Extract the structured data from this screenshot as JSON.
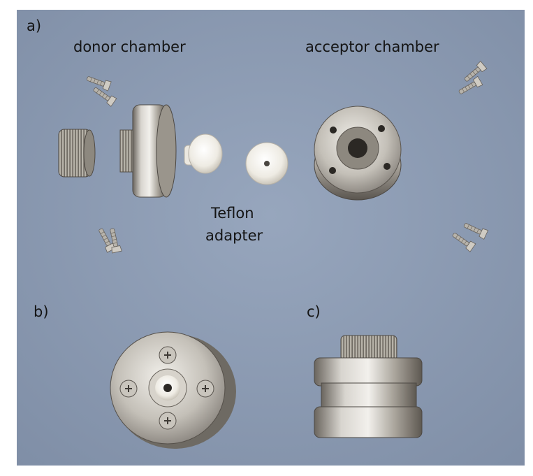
{
  "panel_labels": {
    "a": "a)",
    "b": "b)",
    "c": "c)"
  },
  "captions": {
    "donor": "donor chamber",
    "acceptor": "acceptor chamber",
    "teflon_line1": "Teflon",
    "teflon_line2": "adapter"
  },
  "colors": {
    "background": "#8c9bb3",
    "steel_light": "#e6e4df",
    "steel_mid": "#a8a49c",
    "steel_dark": "#5c5852",
    "teflon": "#f2f0ea",
    "label_text": "#141414"
  }
}
